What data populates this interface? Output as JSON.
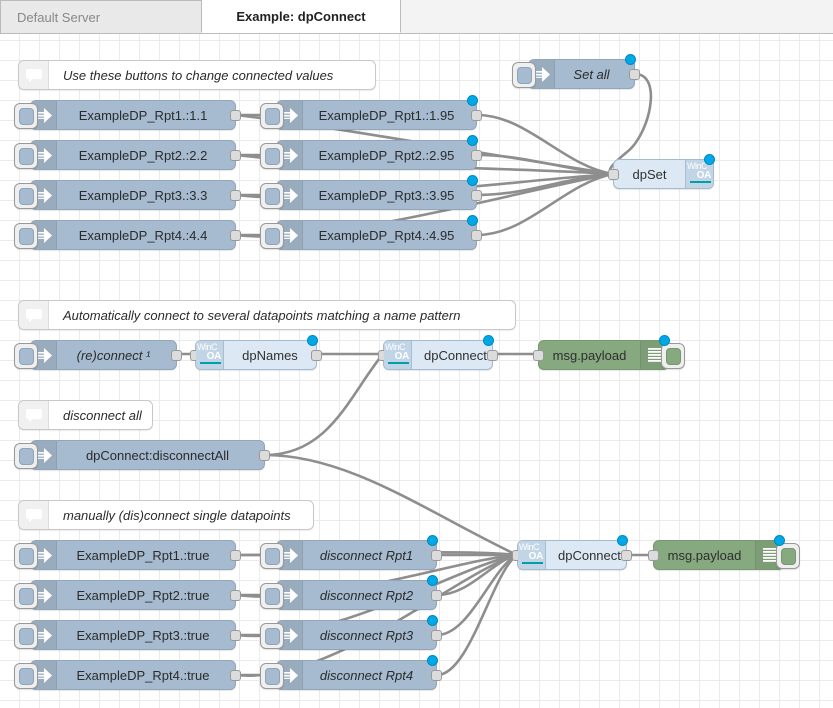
{
  "tabs": [
    {
      "label": "Default Server",
      "active": false
    },
    {
      "label": "Example: dpConnect",
      "active": true
    }
  ],
  "colors": {
    "inject": "#a6bbcf",
    "wincc_oa": "#dce8f3",
    "debug": "#87a980",
    "status_dot": "#00a8e8",
    "wire": "#8e8e8e",
    "grid": "#ebebeb",
    "oa_accent": "#00a0a8"
  },
  "comments": [
    {
      "id": "c1",
      "text": "Use these buttons to change connected values",
      "icon": "comment-bubble-icon"
    },
    {
      "id": "c2",
      "text": "Automatically connect to several datapoints matching a name pattern",
      "icon": "comment-bubble-icon"
    },
    {
      "id": "c3",
      "text": "disconnect all",
      "icon": "comment-bubble-icon"
    },
    {
      "id": "c4",
      "text": "manually (dis)connect single datapoints",
      "icon": "comment-bubble-icon"
    }
  ],
  "nodes": {
    "inject_col1": [
      {
        "id": "i1",
        "label": "ExampleDP_Rpt1.:1.1",
        "italic": false,
        "dot": false
      },
      {
        "id": "i2",
        "label": "ExampleDP_Rpt2.:2.2",
        "italic": false,
        "dot": false
      },
      {
        "id": "i3",
        "label": "ExampleDP_Rpt3.:3.3",
        "italic": false,
        "dot": false
      },
      {
        "id": "i4",
        "label": "ExampleDP_Rpt4.:4.4",
        "italic": false,
        "dot": false
      }
    ],
    "inject_col2": [
      {
        "id": "j1",
        "label": "ExampleDP_Rpt1.:1.95",
        "italic": false,
        "dot": true
      },
      {
        "id": "j2",
        "label": "ExampleDP_Rpt2.:2.95",
        "italic": false,
        "dot": true
      },
      {
        "id": "j3",
        "label": "ExampleDP_Rpt3.:3.95",
        "italic": false,
        "dot": true
      },
      {
        "id": "j4",
        "label": "ExampleDP_Rpt4.:4.95",
        "italic": false,
        "dot": true
      }
    ],
    "set_all": {
      "id": "setall",
      "label": "Set all",
      "italic": true,
      "dot": true
    },
    "dpset": {
      "id": "dpset",
      "label": "dpSet",
      "icon": "wincc-oa-icon",
      "dot": true
    },
    "reconnect": {
      "id": "reconn",
      "label": "(re)connect ¹",
      "italic": true,
      "dot": false
    },
    "dpnames": {
      "id": "dpnames",
      "label": "dpNames",
      "icon": "wincc-oa-icon",
      "dot": true
    },
    "dpconnect_top": {
      "id": "dpc1",
      "label": "dpConnect",
      "icon": "wincc-oa-icon",
      "dot": true
    },
    "debug_top": {
      "id": "dbg1",
      "label": "msg.payload",
      "icon": "debug-lines-icon",
      "dot": true
    },
    "disconnect_all": {
      "id": "discall",
      "label": "dpConnect:disconnectAll",
      "italic": false,
      "dot": false
    },
    "inject_col3": [
      {
        "id": "k1",
        "label": "ExampleDP_Rpt1.:true",
        "italic": false,
        "dot": false
      },
      {
        "id": "k2",
        "label": "ExampleDP_Rpt2.:true",
        "italic": false,
        "dot": false
      },
      {
        "id": "k3",
        "label": "ExampleDP_Rpt3.:true",
        "italic": false,
        "dot": false
      },
      {
        "id": "k4",
        "label": "ExampleDP_Rpt4.:true",
        "italic": false,
        "dot": false
      }
    ],
    "inject_col4": [
      {
        "id": "d1",
        "label": "disconnect Rpt1",
        "italic": true,
        "dot": true
      },
      {
        "id": "d2",
        "label": "disconnect Rpt2",
        "italic": true,
        "dot": true
      },
      {
        "id": "d3",
        "label": "disconnect Rpt3",
        "italic": true,
        "dot": true
      },
      {
        "id": "d4",
        "label": "disconnect Rpt4",
        "italic": true,
        "dot": true
      }
    ],
    "dpconnect_bottom": {
      "id": "dpc2",
      "label": "dpConnect",
      "icon": "wincc-oa-icon",
      "dot": true
    },
    "debug_bottom": {
      "id": "dbg2",
      "label": "msg.payload",
      "icon": "debug-lines-icon",
      "dot": true
    }
  },
  "oa_icon": {
    "top_text": "WinC",
    "bottom_text": "OA"
  }
}
